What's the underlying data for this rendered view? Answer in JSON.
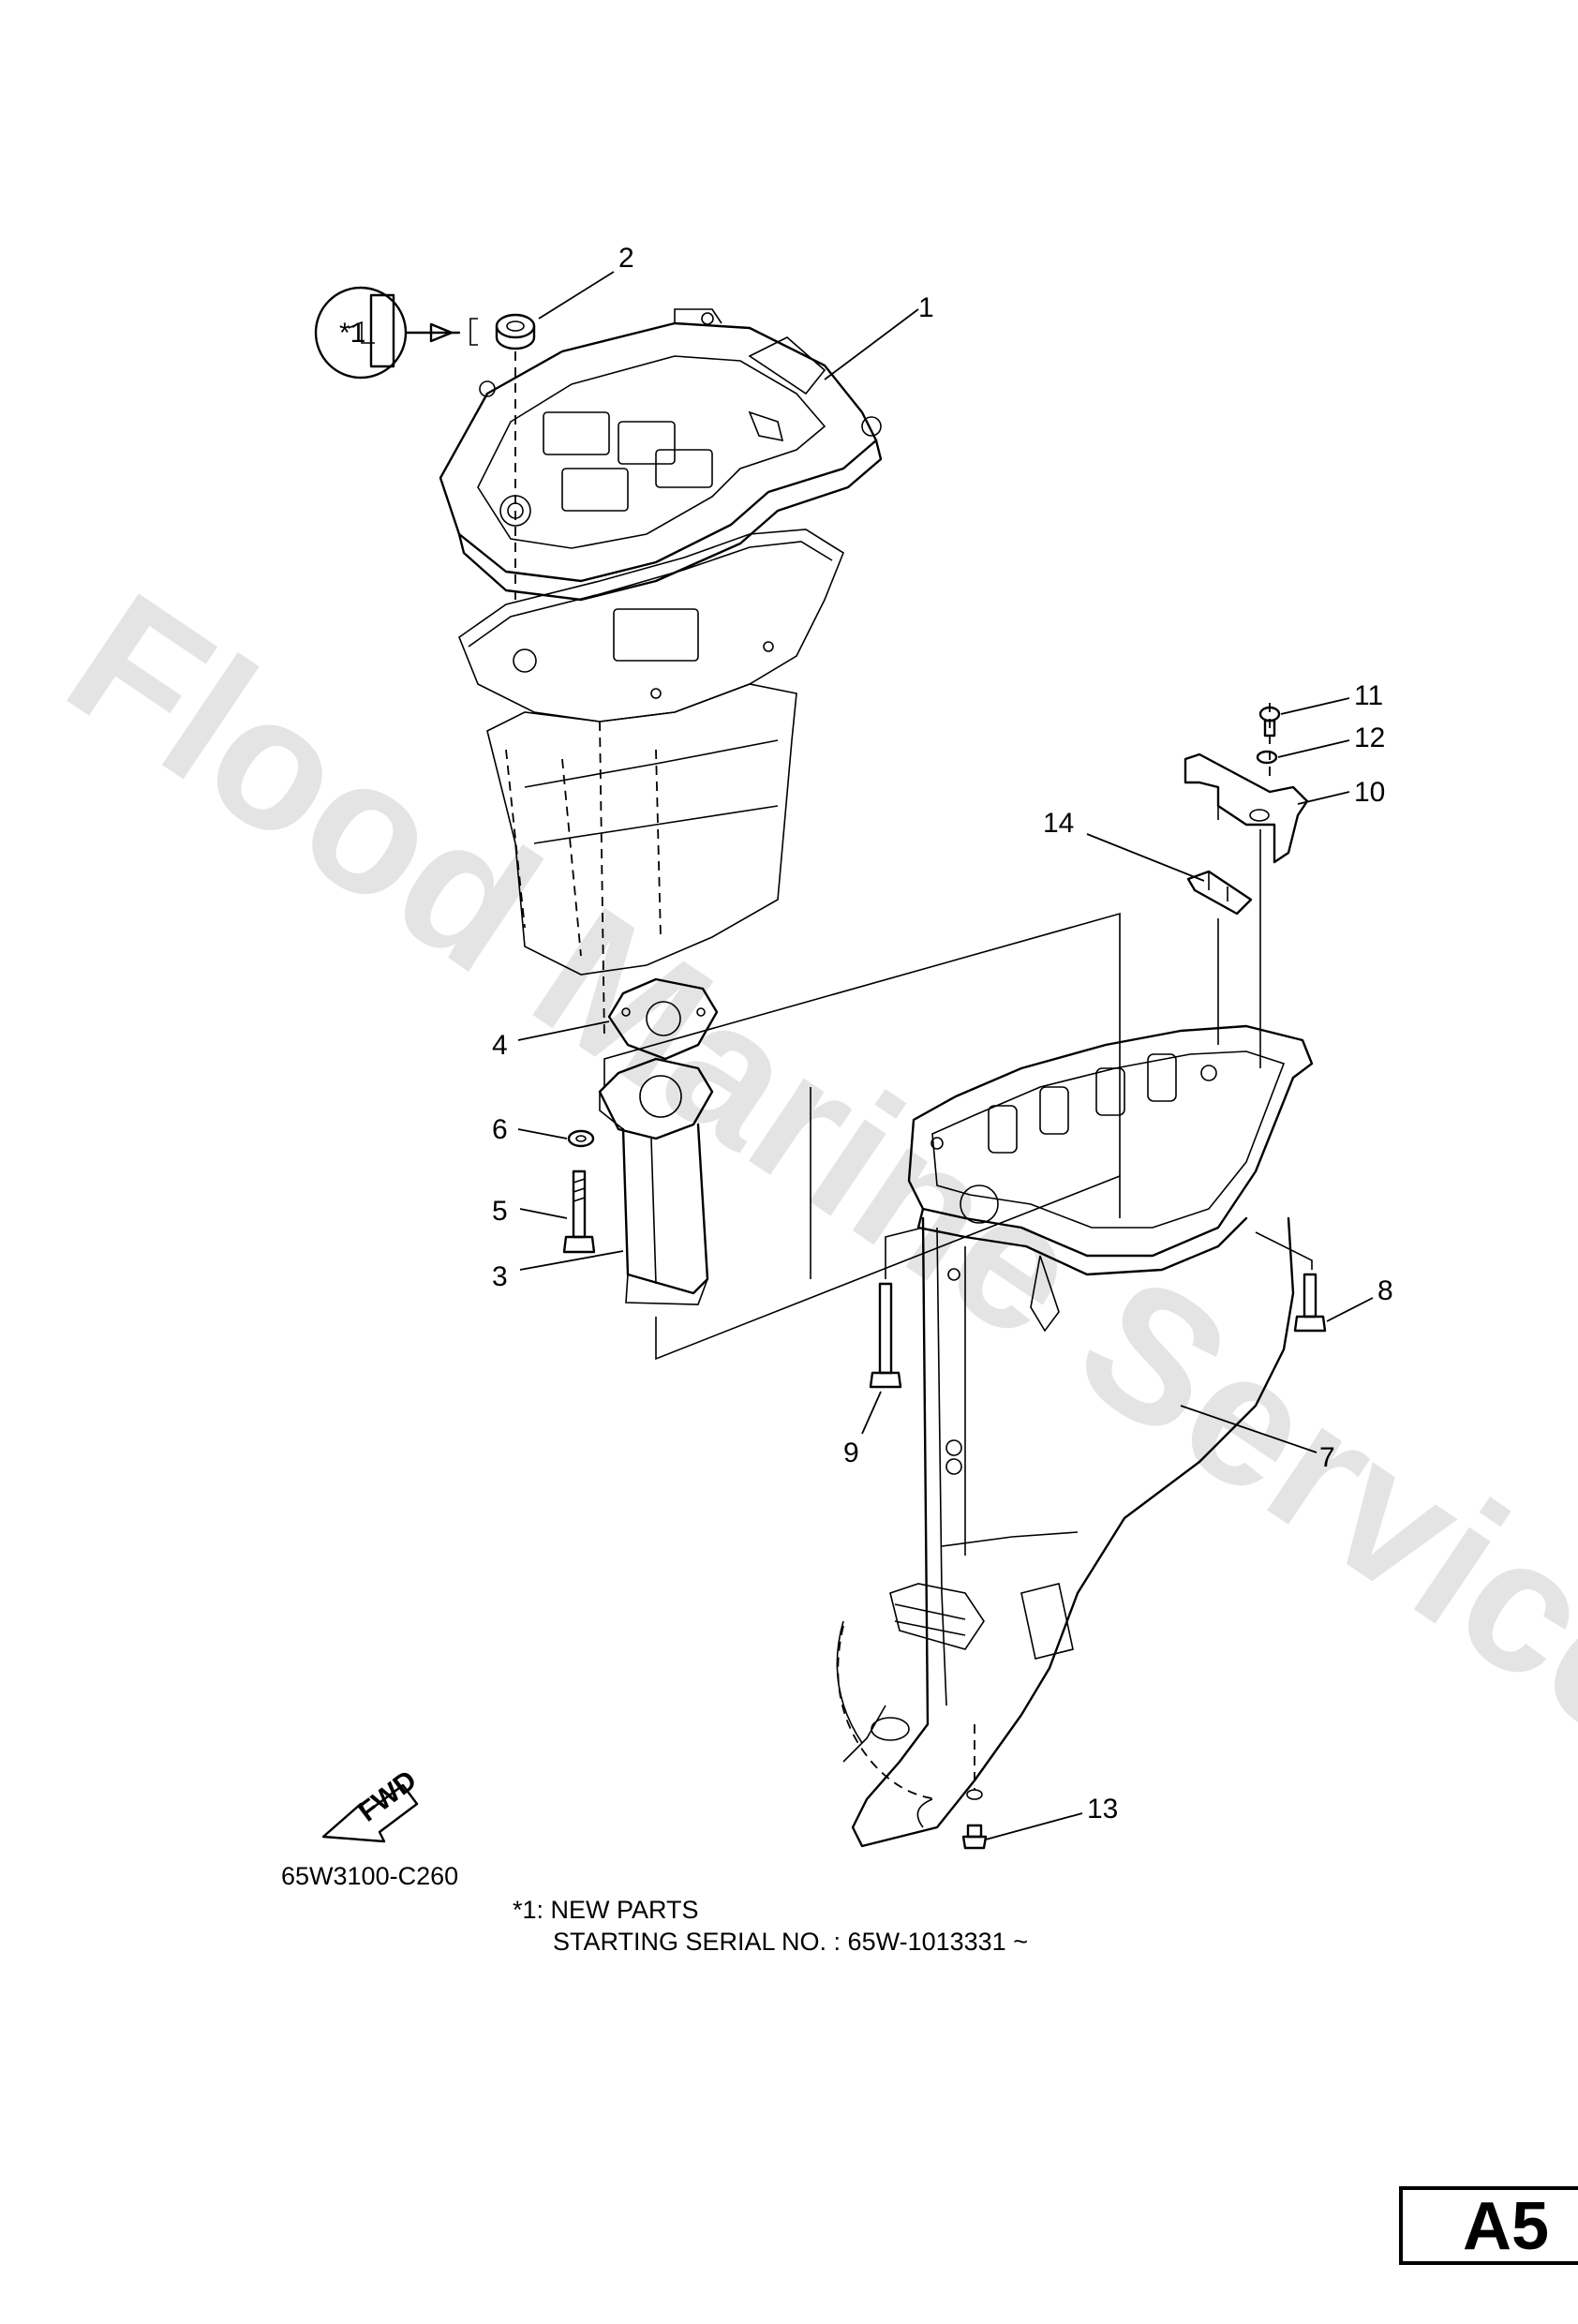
{
  "watermark": "Flood Marine Services",
  "callouts": [
    "1",
    "2",
    "3",
    "4",
    "5",
    "6",
    "7",
    "8",
    "9",
    "10",
    "11",
    "12",
    "13",
    "14"
  ],
  "detail_mark": "*1",
  "fwd_label": "FWD",
  "diagram_code": "65W3100-C260",
  "note": {
    "line1": "*1: NEW PARTS",
    "line2": "STARTING SERIAL NO. : 65W-1013331 ~"
  },
  "page_tag": "A5"
}
